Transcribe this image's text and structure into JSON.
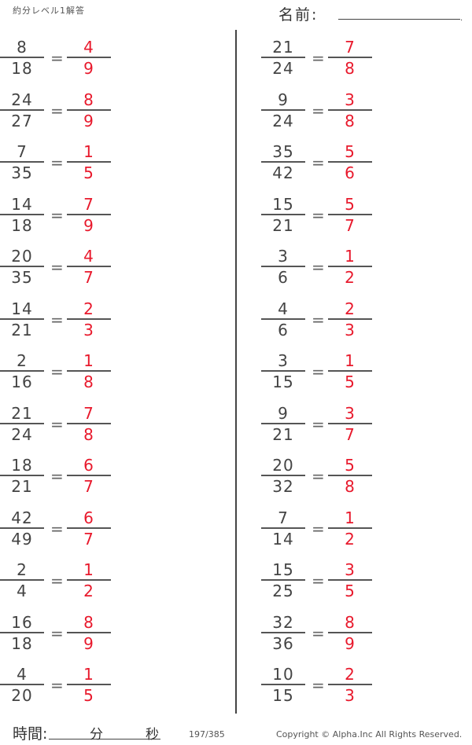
{
  "header": {
    "title": "約分レベル1解答",
    "name_label": "名前:"
  },
  "colors": {
    "question": "#444444",
    "answer": "#e8192c"
  },
  "equals_symbol": "=",
  "problems": {
    "left": [
      {
        "q_num": "8",
        "q_den": "18",
        "a_num": "4",
        "a_den": "9"
      },
      {
        "q_num": "24",
        "q_den": "27",
        "a_num": "8",
        "a_den": "9"
      },
      {
        "q_num": "7",
        "q_den": "35",
        "a_num": "1",
        "a_den": "5"
      },
      {
        "q_num": "14",
        "q_den": "18",
        "a_num": "7",
        "a_den": "9"
      },
      {
        "q_num": "20",
        "q_den": "35",
        "a_num": "4",
        "a_den": "7"
      },
      {
        "q_num": "14",
        "q_den": "21",
        "a_num": "2",
        "a_den": "3"
      },
      {
        "q_num": "2",
        "q_den": "16",
        "a_num": "1",
        "a_den": "8"
      },
      {
        "q_num": "21",
        "q_den": "24",
        "a_num": "7",
        "a_den": "8"
      },
      {
        "q_num": "18",
        "q_den": "21",
        "a_num": "6",
        "a_den": "7"
      },
      {
        "q_num": "42",
        "q_den": "49",
        "a_num": "6",
        "a_den": "7"
      },
      {
        "q_num": "2",
        "q_den": "4",
        "a_num": "1",
        "a_den": "2"
      },
      {
        "q_num": "16",
        "q_den": "18",
        "a_num": "8",
        "a_den": "9"
      },
      {
        "q_num": "4",
        "q_den": "20",
        "a_num": "1",
        "a_den": "5"
      }
    ],
    "right": [
      {
        "q_num": "21",
        "q_den": "24",
        "a_num": "7",
        "a_den": "8"
      },
      {
        "q_num": "9",
        "q_den": "24",
        "a_num": "3",
        "a_den": "8"
      },
      {
        "q_num": "35",
        "q_den": "42",
        "a_num": "5",
        "a_den": "6"
      },
      {
        "q_num": "15",
        "q_den": "21",
        "a_num": "5",
        "a_den": "7"
      },
      {
        "q_num": "3",
        "q_den": "6",
        "a_num": "1",
        "a_den": "2"
      },
      {
        "q_num": "4",
        "q_den": "6",
        "a_num": "2",
        "a_den": "3"
      },
      {
        "q_num": "3",
        "q_den": "15",
        "a_num": "1",
        "a_den": "5"
      },
      {
        "q_num": "9",
        "q_den": "21",
        "a_num": "3",
        "a_den": "7"
      },
      {
        "q_num": "20",
        "q_den": "32",
        "a_num": "5",
        "a_den": "8"
      },
      {
        "q_num": "7",
        "q_den": "14",
        "a_num": "1",
        "a_den": "2"
      },
      {
        "q_num": "15",
        "q_den": "25",
        "a_num": "3",
        "a_den": "5"
      },
      {
        "q_num": "32",
        "q_den": "36",
        "a_num": "8",
        "a_den": "9"
      },
      {
        "q_num": "10",
        "q_den": "15",
        "a_num": "2",
        "a_den": "3"
      }
    ]
  },
  "footer": {
    "time_label": "時間:",
    "minutes_label": "分",
    "seconds_label": "秒",
    "page": "197/385",
    "copyright": "Copyright ©  Alpha.Inc All Rights Reserved."
  }
}
